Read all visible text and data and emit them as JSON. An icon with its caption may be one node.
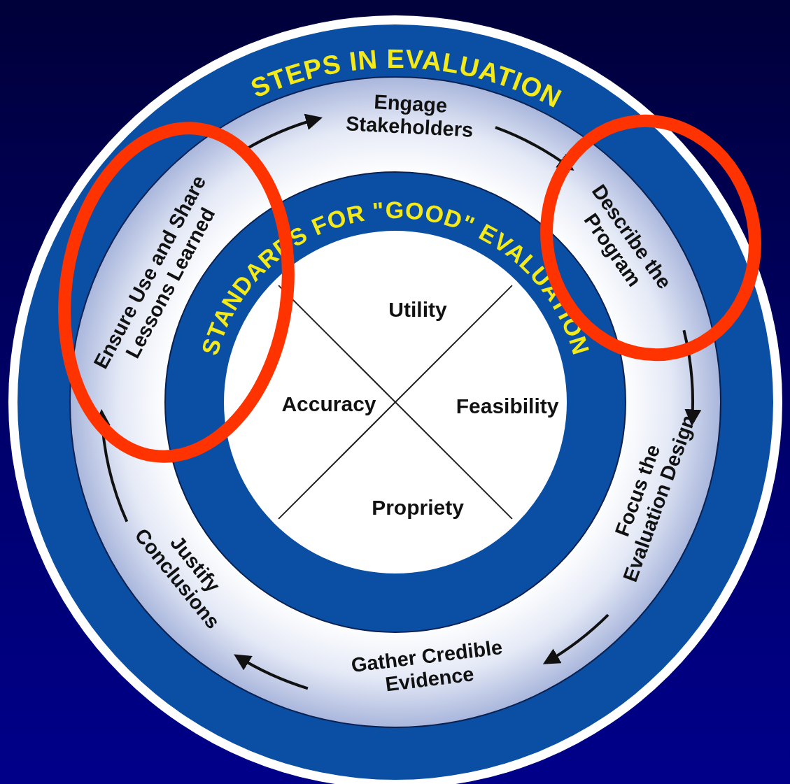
{
  "diagram": {
    "nodes": [
      {
        "text": [
          "STEPS IN EVALUATION"
        ]
      },
      {
        "text": [
          "Engage Stakeholders"
        ],
        "in": 0
      },
      {
        "text": [
          "Describe the Program"
        ],
        "in": 0
      },
      {
        "text": [
          "Focus the Evaluation Design"
        ],
        "in": 0
      },
      {
        "text": [
          "Gather Credible Evidence"
        ],
        "in": 0
      },
      {
        "text": [
          "Justify Conclusions"
        ],
        "in": 0
      },
      {
        "text": [
          "Ensure Use and Share Lessons Learned"
        ],
        "in": 0
      },
      {
        "text": [
          "STANDARDS FOR \"GOOD\" EVALUATION"
        ],
        "in": 0
      },
      {
        "text": [
          "Utility"
        ],
        "in": 7
      },
      {
        "text": [
          "Accuracy"
        ],
        "in": 7
      },
      {
        "text": [
          "Feasibility"
        ],
        "in": 7
      },
      {
        "text": [
          "Propriety"
        ],
        "in": 7
      }
    ],
    "edges": [
      {
        "from": 1,
        "to": 2,
        "arrow": "to"
      },
      {
        "from": 2,
        "to": 3,
        "arrow": "to"
      },
      {
        "from": 3,
        "to": 4,
        "arrow": "to"
      },
      {
        "from": 4,
        "to": 5,
        "arrow": "to"
      },
      {
        "from": 5,
        "to": 6,
        "arrow": "to"
      },
      {
        "from": 6,
        "to": 1,
        "arrow": "to"
      }
    ]
  }
}
